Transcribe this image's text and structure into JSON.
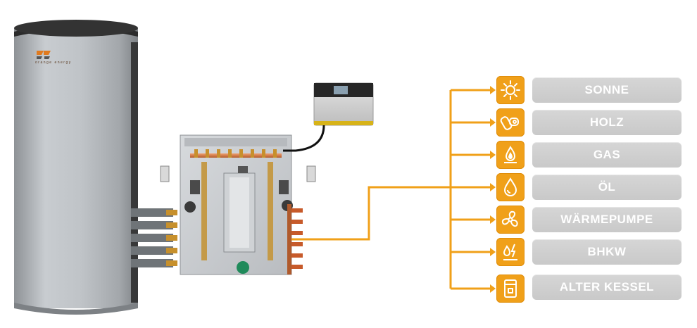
{
  "brand": {
    "tagline": "orange energy"
  },
  "energy_sources": [
    {
      "label": "SONNE",
      "icon": "sun-icon"
    },
    {
      "label": "HOLZ",
      "icon": "wood-icon"
    },
    {
      "label": "GAS",
      "icon": "gas-flame-icon"
    },
    {
      "label": "ÖL",
      "icon": "oil-drop-icon"
    },
    {
      "label": "WÄRMEPUMPE",
      "icon": "fan-icon"
    },
    {
      "label": "BHKW",
      "icon": "chp-flame-lightning-icon"
    },
    {
      "label": "ALTER KESSEL",
      "icon": "boiler-icon"
    }
  ],
  "colors": {
    "accent": "#f0a019",
    "label_bg": "#cfcfcf",
    "tank": "#b9bdc2"
  }
}
